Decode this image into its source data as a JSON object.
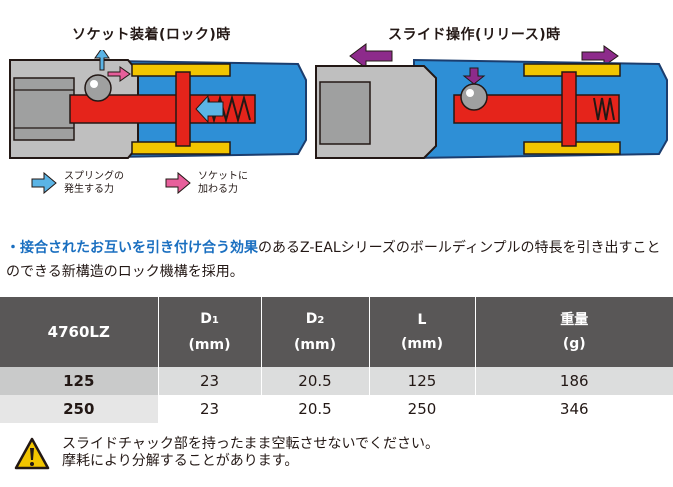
{
  "diagram": {
    "lock_caption": "ソケット装着(ロック)時",
    "release_caption": "スライド操作(リリース)時",
    "colors": {
      "spring_force": "#5bb4e5",
      "socket_force": "#e75f9b",
      "body_blue": "#2e8fd6",
      "shaft_red": "#e5241b",
      "sleeve_yellow": "#f2c500",
      "release_arrow": "#8d2b8b"
    }
  },
  "legend": {
    "spring": {
      "icon": "light-blue-arrow-icon",
      "line1": "スプリングの",
      "line2": "発生する力"
    },
    "socket": {
      "icon": "pink-arrow-icon",
      "line1": "ソケットに",
      "line2": "加わる力"
    }
  },
  "description": {
    "bullet": "・",
    "highlight": "接合されたお互いを引き付け合う効果",
    "rest": "のあるZ-EALシリーズのボールディンプルの特長を引き出すことのできる新構造のロック機構を採用。"
  },
  "table": {
    "model": "4760LZ",
    "columns": [
      {
        "label": "D",
        "sub": "1",
        "unit": "(mm)"
      },
      {
        "label": "D",
        "sub": "2",
        "unit": "(mm)"
      },
      {
        "label": "L",
        "sub": "",
        "unit": "(mm)"
      },
      {
        "label": "重量",
        "sub": "",
        "unit": "(g)"
      }
    ],
    "rows": [
      {
        "name": "125",
        "d1": "23",
        "d2": "20.5",
        "l": "125",
        "weight": "186"
      },
      {
        "name": "250",
        "d1": "23",
        "d2": "20.5",
        "l": "250",
        "weight": "346"
      }
    ]
  },
  "warning": {
    "icon": "warning-triangle-icon",
    "line1": "スライドチャック部を持ったまま空転させないでください。",
    "line2": "摩耗により分解することがあります。"
  }
}
